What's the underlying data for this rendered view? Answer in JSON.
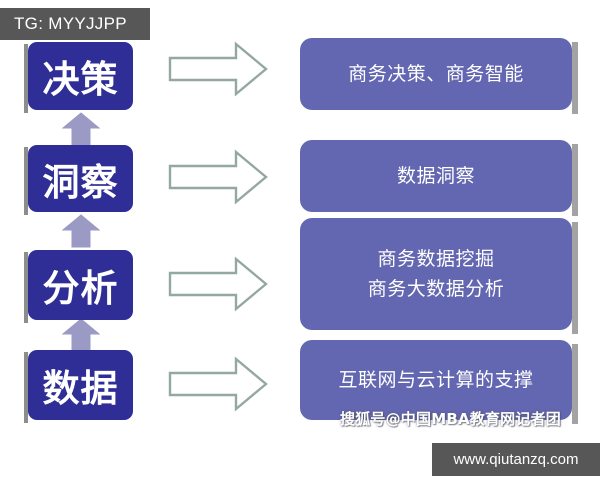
{
  "badge": {
    "label": "TG: MYYJJPP"
  },
  "colors": {
    "stage_box": "#2e2e96",
    "desc_panel": "#6366b0",
    "up_arrow": "#9a9ac4",
    "right_arrow_stroke": "#93a8a0",
    "right_arrow_fill": "#ffffff",
    "watermark_bar": "#575757",
    "background": "#ffffff"
  },
  "stages": [
    {
      "label": "决策",
      "icon": "stage-box"
    },
    {
      "label": "洞察",
      "icon": "stage-box"
    },
    {
      "label": "分析",
      "icon": "stage-box"
    },
    {
      "label": "数据",
      "icon": "stage-box"
    }
  ],
  "arrows": {
    "up_icon": "arrow-up-icon",
    "right_icon": "arrow-right-icon"
  },
  "descriptions": [
    {
      "lines": [
        "商务决策、商务智能"
      ]
    },
    {
      "lines": [
        "数据洞察"
      ]
    },
    {
      "lines": [
        "商务数据挖掘",
        "商务大数据分析"
      ]
    },
    {
      "lines": [
        "互联网与云计算的支撑"
      ]
    }
  ],
  "desc_text": {
    "p1_l1": "商务决策、商务智能",
    "p2_l1": "数据洞察",
    "p3_l1": "商务数据挖掘",
    "p3_l2": "商务大数据分析",
    "p4_l1": "互联网与云计算的支撑"
  },
  "watermarks": {
    "sohu": "搜狐号@中国MBA教育网记者团",
    "url": "www.qiutanzq.com"
  }
}
